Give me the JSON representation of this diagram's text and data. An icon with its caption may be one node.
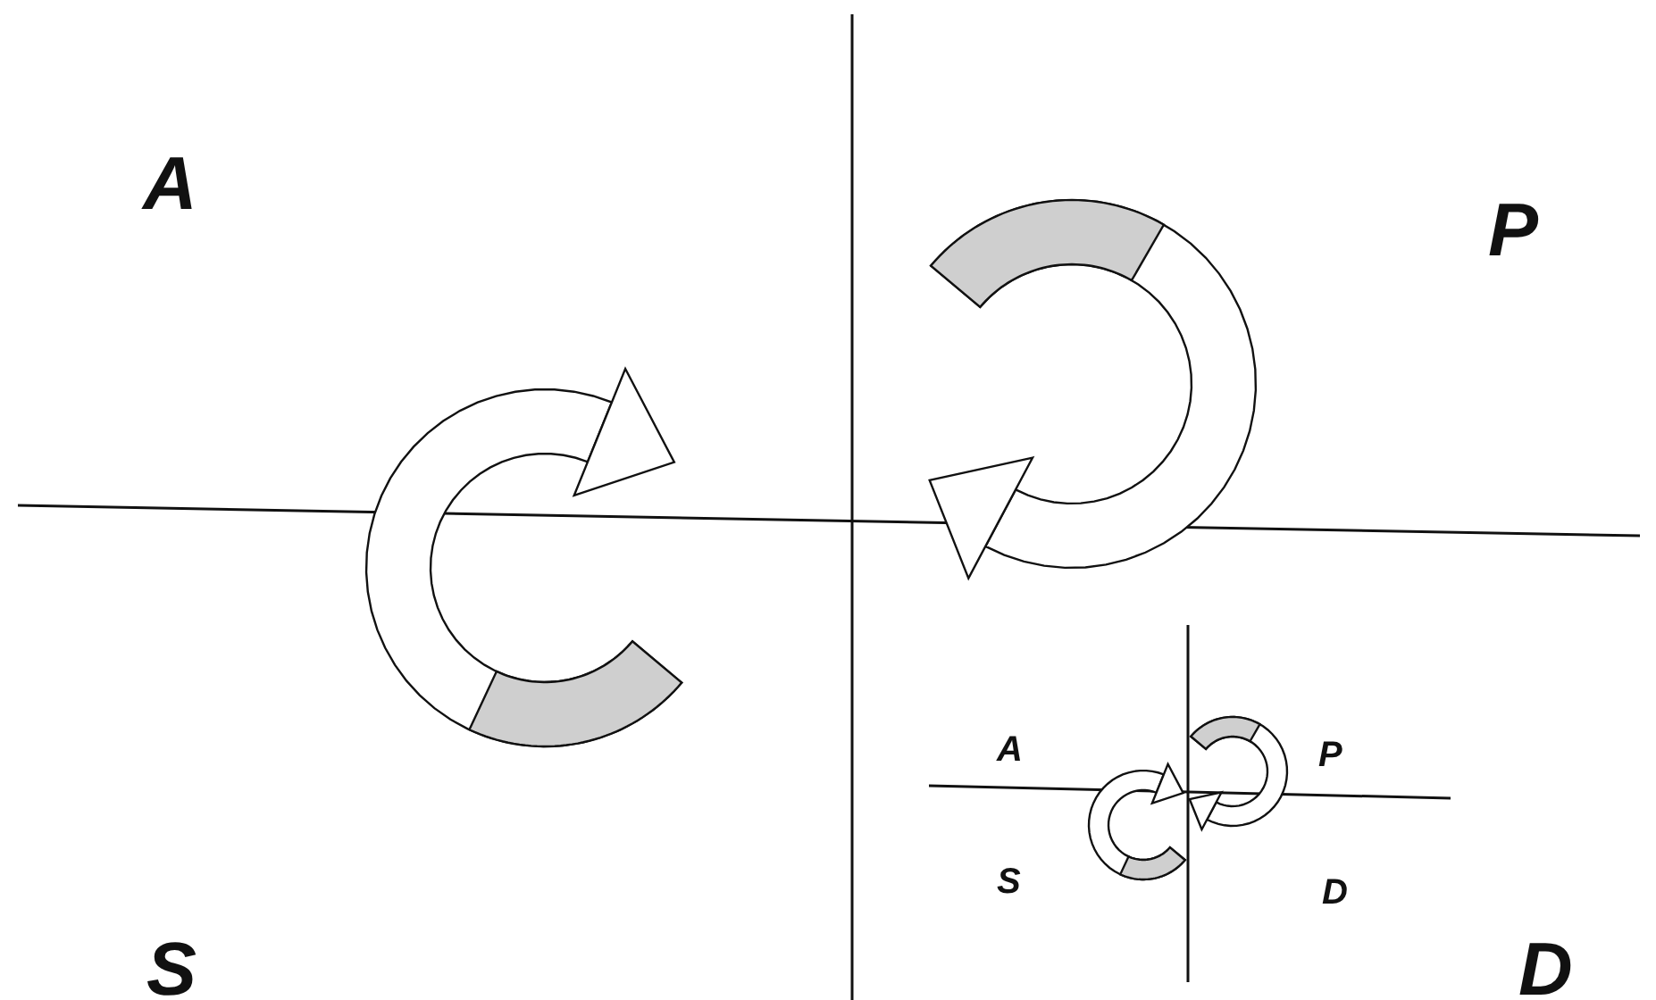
{
  "diagram": {
    "labels": [
      "A",
      "P",
      "A",
      "P",
      "S",
      "D",
      "S",
      "D"
    ]
  }
}
